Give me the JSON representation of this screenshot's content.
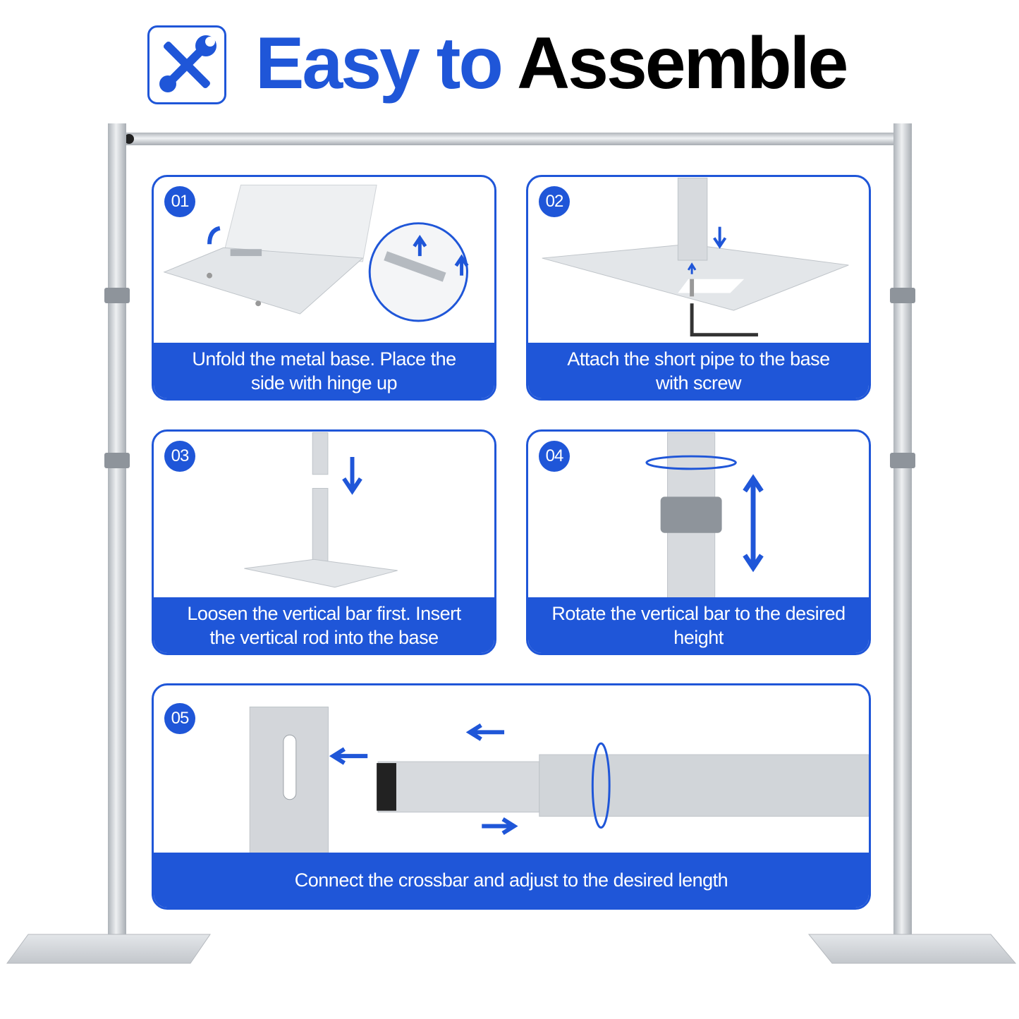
{
  "header": {
    "title_part1": "Easy to",
    "title_part2": "Assemble",
    "icon": "wrench-screwdriver-icon"
  },
  "steps": [
    {
      "number": "01",
      "caption": "Unfold the metal base. Place the side with hinge up"
    },
    {
      "number": "02",
      "caption": "Attach the short pipe to the base with screw"
    },
    {
      "number": "03",
      "caption": "Loosen the vertical bar first. Insert the vertical rod into the base"
    },
    {
      "number": "04",
      "caption": "Rotate the vertical bar to the desired height"
    },
    {
      "number": "05",
      "caption": "Connect the crossbar and adjust to the desired length"
    }
  ],
  "colors": {
    "accent": "#1f56d8",
    "metal": "#c9cdd2",
    "text_dark": "#000000"
  }
}
